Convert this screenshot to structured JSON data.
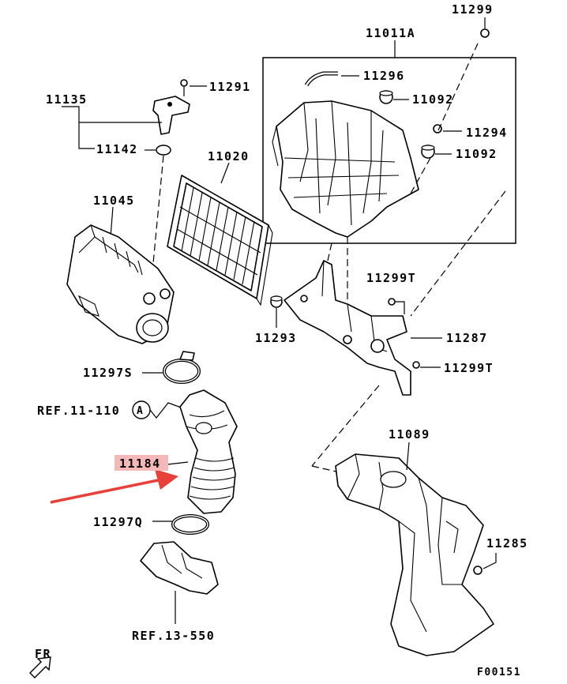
{
  "diagram_title": "",
  "highlight_color": "#f4b8b8",
  "arrow_color": "#e8403a",
  "callouts": {
    "c11299": "11299",
    "c11011A": "11011A",
    "c11296": "11296",
    "c11092a": "11092",
    "c11294": "11294",
    "c11092b": "11092",
    "c11291": "11291",
    "c11135": "11135",
    "c11142": "11142",
    "c11020": "11020",
    "c11045": "11045",
    "c11299T_top": "11299T",
    "c11293": "11293",
    "c11287": "11287",
    "c11299T_bottom": "11299T",
    "c11297S": "11297S",
    "ref_11_110": "REF.11-110",
    "ref_circle": "A",
    "c11184": "11184",
    "c11089": "11089",
    "c11297Q": "11297Q",
    "c11285": "11285",
    "ref_13_550": "REF.13-550",
    "fr": "FR",
    "figure_code": "F00151"
  },
  "highlighted_part": "11184",
  "icons": {
    "front_direction": "fr-arrow-icon",
    "pointer": "red-pointer-arrow-icon"
  }
}
